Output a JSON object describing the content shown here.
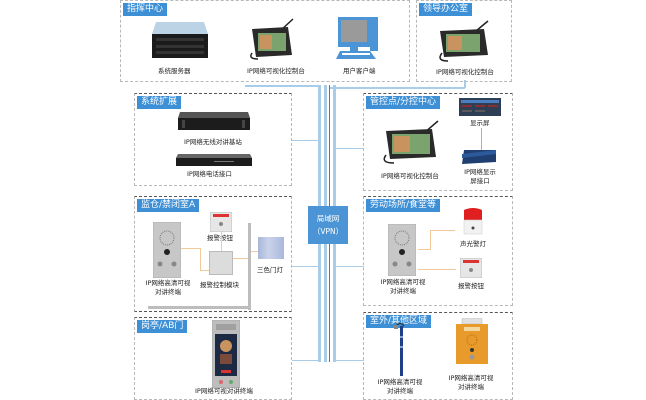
{
  "diagram": {
    "network": {
      "line1": "局域网",
      "line2": "（VPN）"
    },
    "panels": {
      "command_center": {
        "title": "指挥中心",
        "devices": [
          "系统服务器",
          "IP网络可视化控制台",
          "用户客户端"
        ]
      },
      "leader_office": {
        "title": "领导办公室",
        "devices": [
          "IP网络可视化控制台"
        ]
      },
      "system_expansion": {
        "title": "系统扩展",
        "devices": [
          "IP网络无线对讲基站",
          "IP网络电话接口"
        ]
      },
      "control_point": {
        "title": "管控点/分控中心",
        "devices": [
          "IP网络可视化控制台",
          "显示屏",
          "IP网络显示屏接口"
        ]
      },
      "prison_room": {
        "title": "监仓/禁闭室A",
        "devices": [
          "IP网络高清可视对讲终端",
          "报警按钮",
          "报警控制模块",
          "三色门灯"
        ]
      },
      "workplace": {
        "title": "劳动场所/食堂等",
        "devices": [
          "IP网络高清可视对讲终端",
          "声光警灯",
          "报警按钮"
        ]
      },
      "gate": {
        "title": "岗亭/AB门",
        "devices": [
          "IP网络可视对讲终端"
        ]
      },
      "outdoor": {
        "title": "室外/其他区域",
        "devices": [
          "IP网络高清可视对讲终端",
          "IP网络高清可视对讲终端"
        ]
      }
    },
    "colors": {
      "title_bg": "#3d8fd6",
      "network_box": "#4b95d6",
      "link_line": "#a9cce8",
      "alarm_wire": "#f3c999"
    }
  }
}
